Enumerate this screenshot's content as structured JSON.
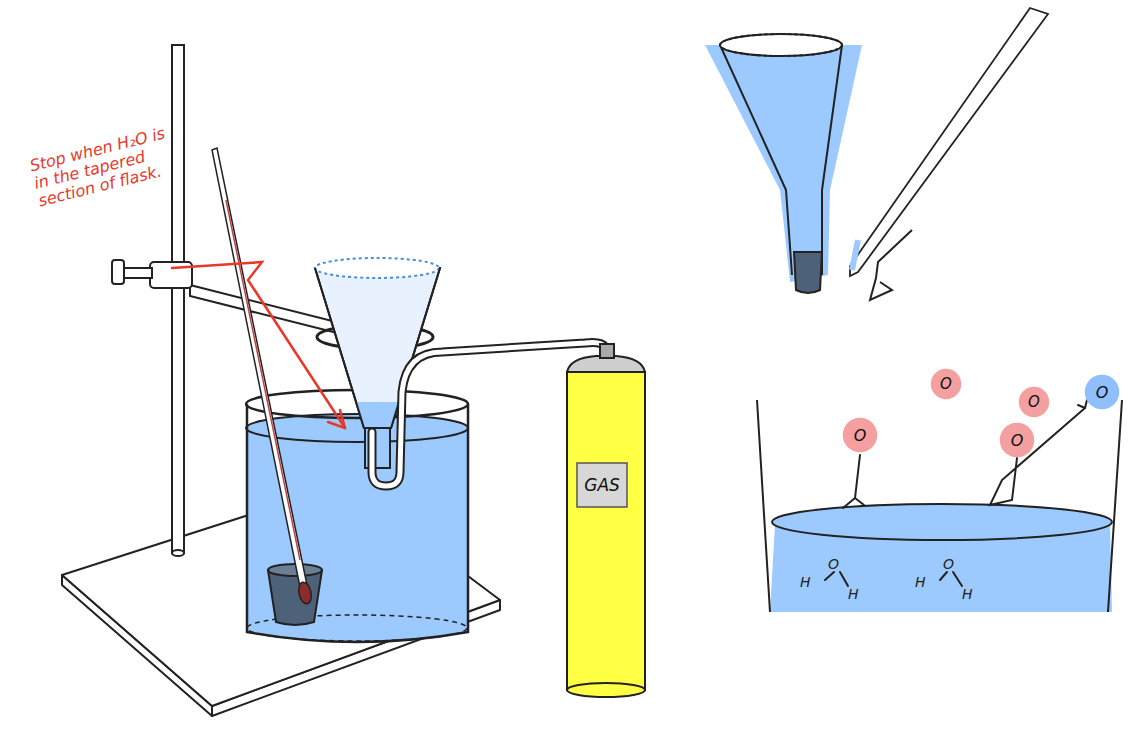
{
  "diagram": {
    "nodes": [
      {
        "text": [
          "GAS"
        ]
      },
      {
        "text": [
          "O"
        ]
      },
      {
        "text": [
          "O"
        ]
      },
      {
        "text": [
          "O"
        ]
      },
      {
        "text": [
          "O"
        ]
      },
      {
        "text": [
          "O"
        ]
      }
    ],
    "labels": [
      "Stop when H₂O is in the tapered section of flask.",
      "H",
      "O",
      "H",
      "H",
      "O",
      "H"
    ]
  }
}
